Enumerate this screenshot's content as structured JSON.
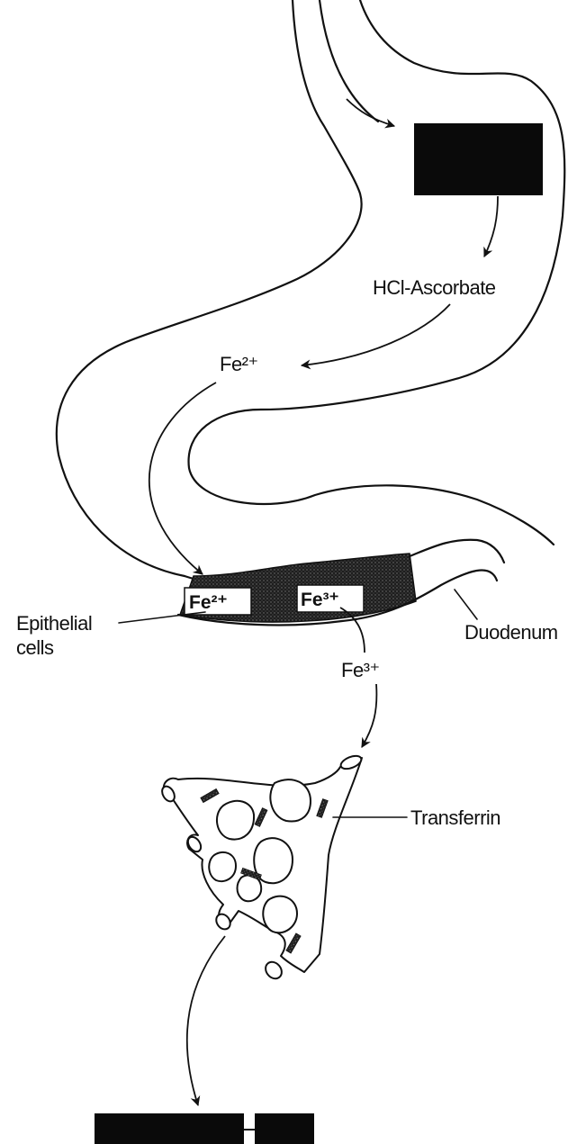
{
  "labels": {
    "hcl_ascorbate": "HCl-Ascorbate",
    "fe2_stomach": "Fe²⁺",
    "fe2_cell": "Fe²⁺",
    "fe3_cell": "Fe³⁺",
    "fe3_blood": "Fe³⁺",
    "epithelial_line1": "Epithelial",
    "epithelial_line2": "cells",
    "duodenum": "Duodenum",
    "transferrin": "Transferrin"
  },
  "colors": {
    "ink": "#111111",
    "redacted_box": "#0a0a0a",
    "epithelium_fill": "#2a2a2a"
  }
}
